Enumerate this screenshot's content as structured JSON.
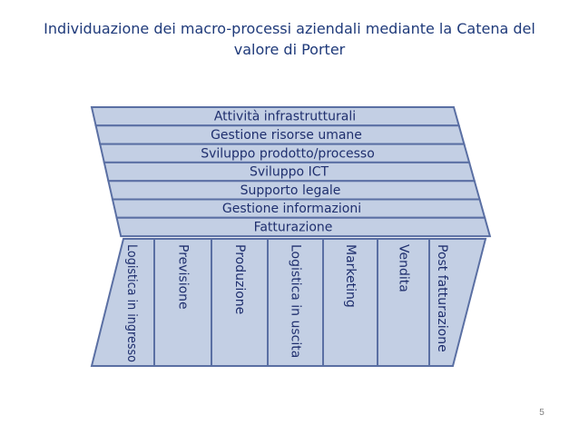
{
  "slide": {
    "title_line1": "Individuazione dei macro-processi aziendali mediante la Catena del",
    "title_line2": "valore di Porter",
    "page_number": "5"
  },
  "diagram": {
    "support_activities": [
      "Attività infrastrutturali",
      "Gestione risorse umane",
      "Sviluppo prodotto/processo",
      "Sviluppo ICT",
      "Supporto legale",
      "Gestione informazioni",
      "Fatturazione"
    ],
    "primary_activities": [
      "Logistica in ingresso",
      "Previsione",
      "Produzione",
      "Logistica in uscita",
      "Marketing",
      "Vendita",
      "Post fatturazione"
    ]
  },
  "colors": {
    "title": "#1f3a7a",
    "band_fill": "#c3cfe4",
    "band_border": "#5a6fa3",
    "column_fill": "#c3cfe4",
    "column_border": "#5a6fa3",
    "label_text": "#1f2f6e",
    "page_number": "#7f7f7f"
  }
}
